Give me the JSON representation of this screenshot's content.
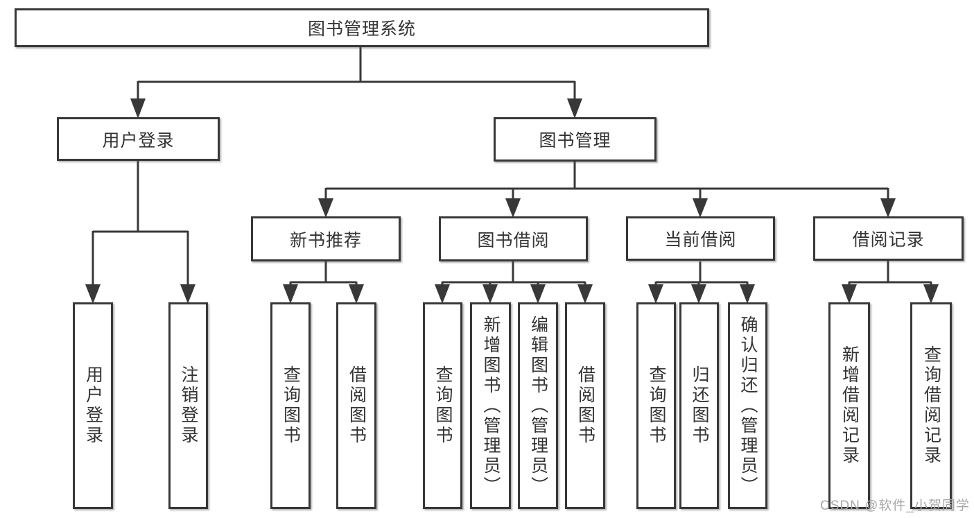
{
  "tree": {
    "label": "图书管理系统",
    "children": [
      {
        "label": "用户登录",
        "children": [
          {
            "label": "用户登录"
          },
          {
            "label": "注销登录"
          }
        ]
      },
      {
        "label": "图书管理",
        "children": [
          {
            "label": "新书推荐",
            "children": [
              {
                "label": "查询图书"
              },
              {
                "label": "借阅图书"
              }
            ]
          },
          {
            "label": "图书借阅",
            "children": [
              {
                "label": "查询图书"
              },
              {
                "label": "新增图书（管理员）"
              },
              {
                "label": "编辑图书（管理员）"
              },
              {
                "label": "借阅图书"
              }
            ]
          },
          {
            "label": "当前借阅",
            "children": [
              {
                "label": "查询图书"
              },
              {
                "label": "归还图书"
              },
              {
                "label": "确认归还（管理员）"
              }
            ]
          },
          {
            "label": "借阅记录",
            "children": [
              {
                "label": "新增借阅记录"
              },
              {
                "label": "查询借阅记录"
              }
            ]
          }
        ]
      }
    ]
  },
  "watermark": "CSDN @软件_小贺同学",
  "colors": {
    "line": "#383838",
    "box_border": "#383838",
    "text": "#333333",
    "background": "#ffffff",
    "watermark": "#a8a8a8"
  }
}
